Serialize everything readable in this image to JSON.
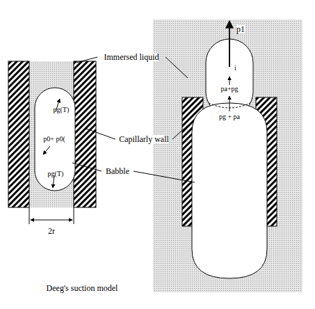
{
  "diagram": {
    "caption": "Deeg's suction model",
    "labels": [
      "Immersed liquid",
      "Capillarly wall",
      "Babble",
      "2r",
      "pg(T)",
      "p0+ p0(",
      "pg(T)",
      "p1",
      "i",
      "pa+pg",
      "pg + pa"
    ]
  }
}
